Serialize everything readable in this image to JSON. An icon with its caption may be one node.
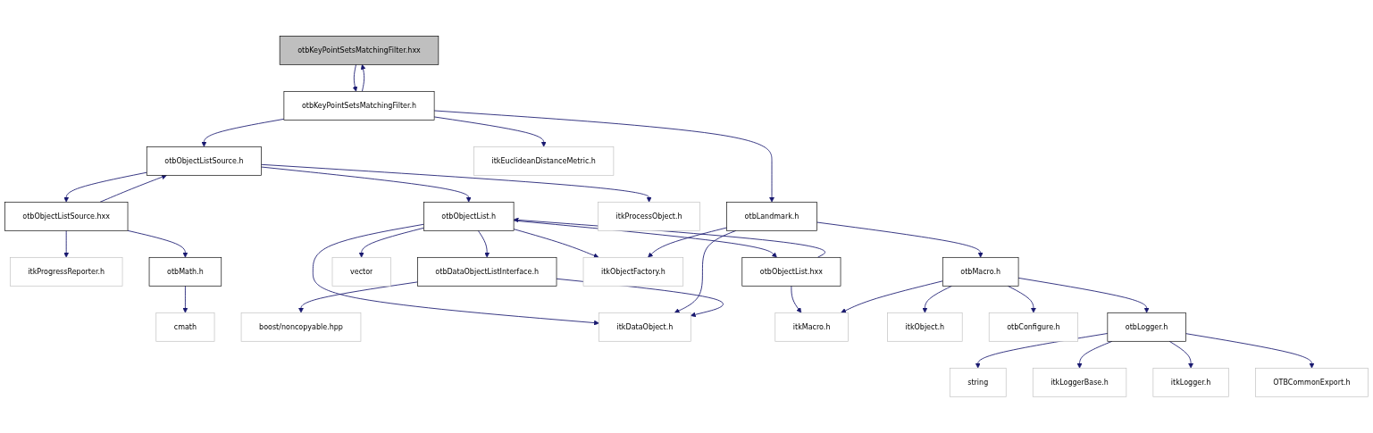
{
  "diagram": {
    "nodes": [
      {
        "text": [
          "otbKeyPointSetsMatchingFilter.hxx"
        ]
      },
      {
        "text": [
          "otbKeyPointSetsMatchingFilter.h"
        ]
      },
      {
        "text": [
          "otbObjectListSource.h"
        ]
      },
      {
        "text": [
          "itkEuclideanDistanceMetric.h"
        ]
      },
      {
        "text": [
          "otbObjectListSource.hxx"
        ]
      },
      {
        "text": [
          "otbObjectList.h"
        ]
      },
      {
        "text": [
          "itkProcessObject.h"
        ]
      },
      {
        "text": [
          "otbLandmark.h"
        ]
      },
      {
        "text": [
          "itkProgressReporter.h"
        ]
      },
      {
        "text": [
          "otbMath.h"
        ]
      },
      {
        "text": [
          "otbDataObjectListInterface.h"
        ]
      },
      {
        "text": [
          "vector"
        ]
      },
      {
        "text": [
          "otbObjectList.hxx"
        ]
      },
      {
        "text": [
          "itkObjectFactory.h"
        ]
      },
      {
        "text": [
          "otbMacro.h"
        ]
      },
      {
        "text": [
          "cmath"
        ]
      },
      {
        "text": [
          "boost/noncopyable.hpp"
        ]
      },
      {
        "text": [
          "itkDataObject.h"
        ]
      },
      {
        "text": [
          "itkMacro.h"
        ]
      },
      {
        "text": [
          "itkObject.h"
        ]
      },
      {
        "text": [
          "otbConfigure.h"
        ]
      },
      {
        "text": [
          "otbLogger.h"
        ]
      },
      {
        "text": [
          "string"
        ]
      },
      {
        "text": [
          "itkLoggerBase.h"
        ]
      },
      {
        "text": [
          "itkLogger.h"
        ]
      },
      {
        "text": [
          "OTBCommonExport.h"
        ]
      }
    ],
    "edges": [
      {
        "from": 0,
        "to": 1,
        "arrow": "to"
      },
      {
        "from": 1,
        "to": 0,
        "arrow": "to"
      },
      {
        "from": 1,
        "to": 2,
        "arrow": "to"
      },
      {
        "from": 1,
        "to": 3,
        "arrow": "to"
      },
      {
        "from": 1,
        "to": 7,
        "arrow": "to"
      },
      {
        "from": 2,
        "to": 4,
        "arrow": "to"
      },
      {
        "from": 4,
        "to": 2,
        "arrow": "to"
      },
      {
        "from": 2,
        "to": 5,
        "arrow": "to"
      },
      {
        "from": 2,
        "to": 6,
        "arrow": "to"
      },
      {
        "from": 4,
        "to": 8,
        "arrow": "to"
      },
      {
        "from": 4,
        "to": 9,
        "arrow": "to"
      },
      {
        "from": 5,
        "to": 10,
        "arrow": "to"
      },
      {
        "from": 5,
        "to": 17,
        "arrow": "to"
      },
      {
        "from": 5,
        "to": 11,
        "arrow": "to"
      },
      {
        "from": 5,
        "to": 12,
        "arrow": "to"
      },
      {
        "from": 12,
        "to": 5,
        "arrow": "to"
      },
      {
        "from": 5,
        "to": 13,
        "arrow": "to"
      },
      {
        "from": 7,
        "to": 13,
        "arrow": "to"
      },
      {
        "from": 7,
        "to": 17,
        "arrow": "to"
      },
      {
        "from": 7,
        "to": 14,
        "arrow": "to"
      },
      {
        "from": 9,
        "to": 15,
        "arrow": "to"
      },
      {
        "from": 10,
        "to": 16,
        "arrow": "to"
      },
      {
        "from": 10,
        "to": 17,
        "arrow": "to"
      },
      {
        "from": 12,
        "to": 18,
        "arrow": "to"
      },
      {
        "from": 14,
        "to": 18,
        "arrow": "to"
      },
      {
        "from": 14,
        "to": 19,
        "arrow": "to"
      },
      {
        "from": 14,
        "to": 20,
        "arrow": "to"
      },
      {
        "from": 14,
        "to": 21,
        "arrow": "to"
      },
      {
        "from": 21,
        "to": 22,
        "arrow": "to"
      },
      {
        "from": 21,
        "to": 23,
        "arrow": "to"
      },
      {
        "from": 21,
        "to": 24,
        "arrow": "to"
      },
      {
        "from": 21,
        "to": 25,
        "arrow": "to"
      }
    ]
  }
}
